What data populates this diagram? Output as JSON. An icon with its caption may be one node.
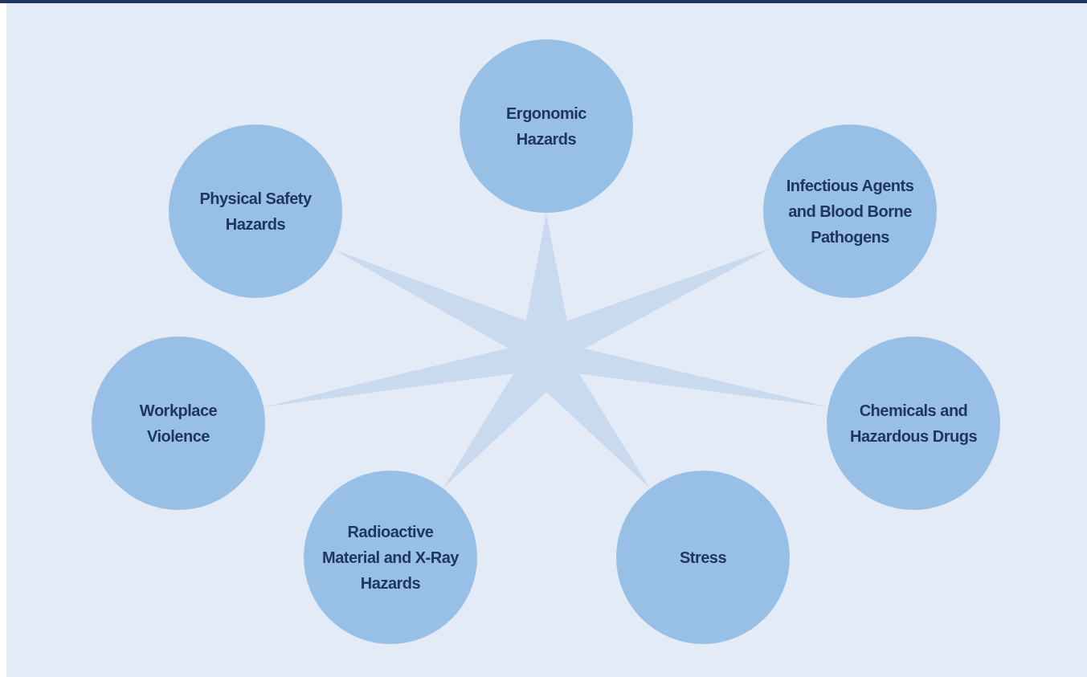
{
  "diagram": {
    "nodes": [
      {
        "text": [
          "Ergonomic Hazards"
        ]
      },
      {
        "text": [
          "Physical Safety Hazards"
        ]
      },
      {
        "text": [
          "Infectious Agents and Blood Borne Pathogens"
        ]
      },
      {
        "text": [
          "Workplace Violence"
        ]
      },
      {
        "text": [
          "Chemicals and Hazardous Drugs"
        ]
      },
      {
        "text": [
          "Radioactive Material and X-Ray Hazards"
        ]
      },
      {
        "text": [
          "Stress"
        ]
      },
      {
        "text": [],
        "shape": "star"
      }
    ]
  }
}
